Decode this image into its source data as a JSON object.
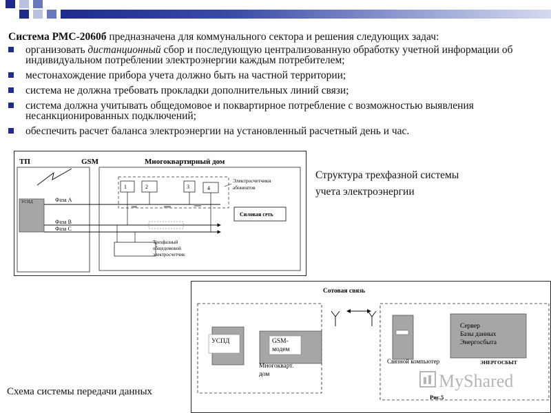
{
  "intro": {
    "bold": "Система РМС-2060б",
    "rest": " предназначена для коммунального сектора и решения следующих задач:"
  },
  "bullets": [
    {
      "pre": "организовать ",
      "italic": "дистанционный",
      "post": " сбор и последующую централизованную обработку учетной информации об индивидуальном потреблении электроэнергии каждым потребителем;"
    },
    {
      "text": "местонахождение прибора учета должно быть на частной территории;"
    },
    {
      "text": "система не должна требовать прокладки дополнительных линий связи;"
    },
    {
      "text": "система должна учитывать общедомовое и поквартирное потребление с возможностью выявления несанкционированных подключений;"
    },
    {
      "text": "обеспечить расчет баланса электроэнергии на установленный расчетный день и час."
    }
  ],
  "fig1": {
    "tp": "ТП",
    "gsm": "GSM",
    "house": "Многоквартирный дом",
    "uspd": "УСПД",
    "phase_a": "Фаза А",
    "phase_b": "Фаза В",
    "phase_c": "Фаза С",
    "meters": [
      "1",
      "2",
      "3",
      "4"
    ],
    "subscriber_meters_1": "Электросчетчики",
    "subscriber_meters_2": "абонентов",
    "power_net": "Силовая сеть",
    "common_meter_1": "Трехфазный",
    "common_meter_2": "общедомовой",
    "common_meter_3": "электросчетчик"
  },
  "fig1_caption": {
    "line1": "Структура трехфазной системы",
    "line2": "учета электроэнергии"
  },
  "fig2": {
    "cellular": "Сотовая связь",
    "uspd": "УСПД",
    "gsm_modem_1": "GSM-",
    "gsm_modem_2": "модем",
    "building_1": "Многокварт.",
    "building_2": "дом",
    "server_1": "Сервер",
    "server_2": "Базы данных",
    "server_3": "Энергосбыта",
    "link_pc": "Связной компьютер",
    "energosbyt": "ЭНЕРГОСБЫТ",
    "fig_label": "Рис.5",
    "watermark": "MyShared"
  },
  "fig2_caption": "Схема системы передачи данных",
  "colors": {
    "accent": "#1e2b8a",
    "gray_block": "#a6a6a6",
    "dark_block": "#808080"
  }
}
